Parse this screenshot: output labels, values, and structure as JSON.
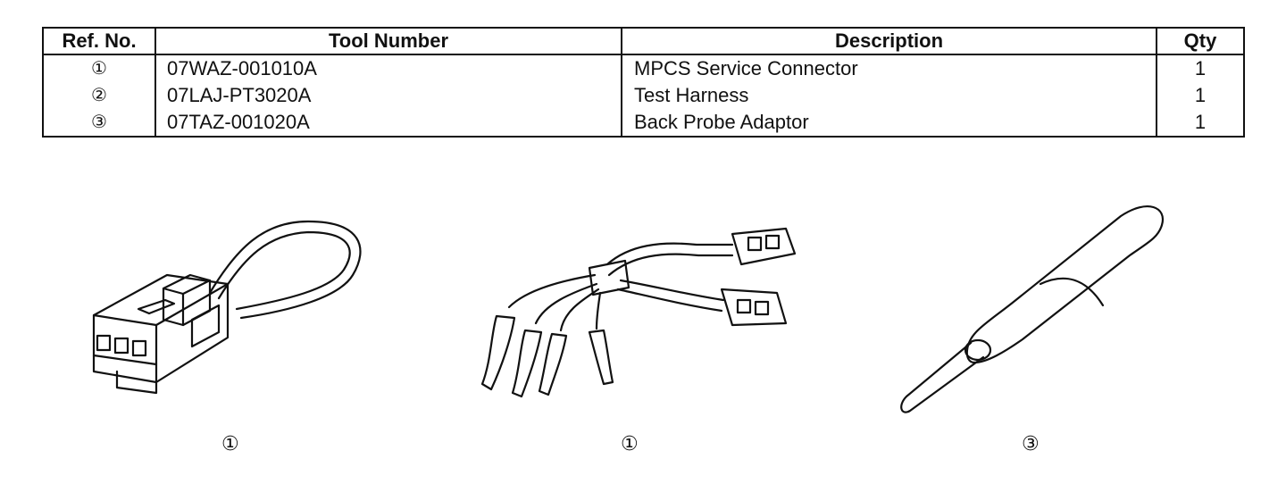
{
  "table": {
    "headers": {
      "ref": "Ref. No.",
      "tool": "Tool Number",
      "description": "Description",
      "qty": "Qty"
    },
    "rows": [
      {
        "ref": "①",
        "tool": "07WAZ-001010A",
        "description": "MPCS Service Connector",
        "qty": "1"
      },
      {
        "ref": "②",
        "tool": "07LAJ-PT3020A",
        "description": "Test Harness",
        "qty": "1"
      },
      {
        "ref": "③",
        "tool": "07TAZ-001020A",
        "description": "Back Probe Adaptor",
        "qty": "1"
      }
    ]
  },
  "illustrations": [
    {
      "subject": "service-connector",
      "callout": "①"
    },
    {
      "subject": "test-harness",
      "callout": "①"
    },
    {
      "subject": "back-probe-adaptor",
      "callout": "③"
    }
  ]
}
